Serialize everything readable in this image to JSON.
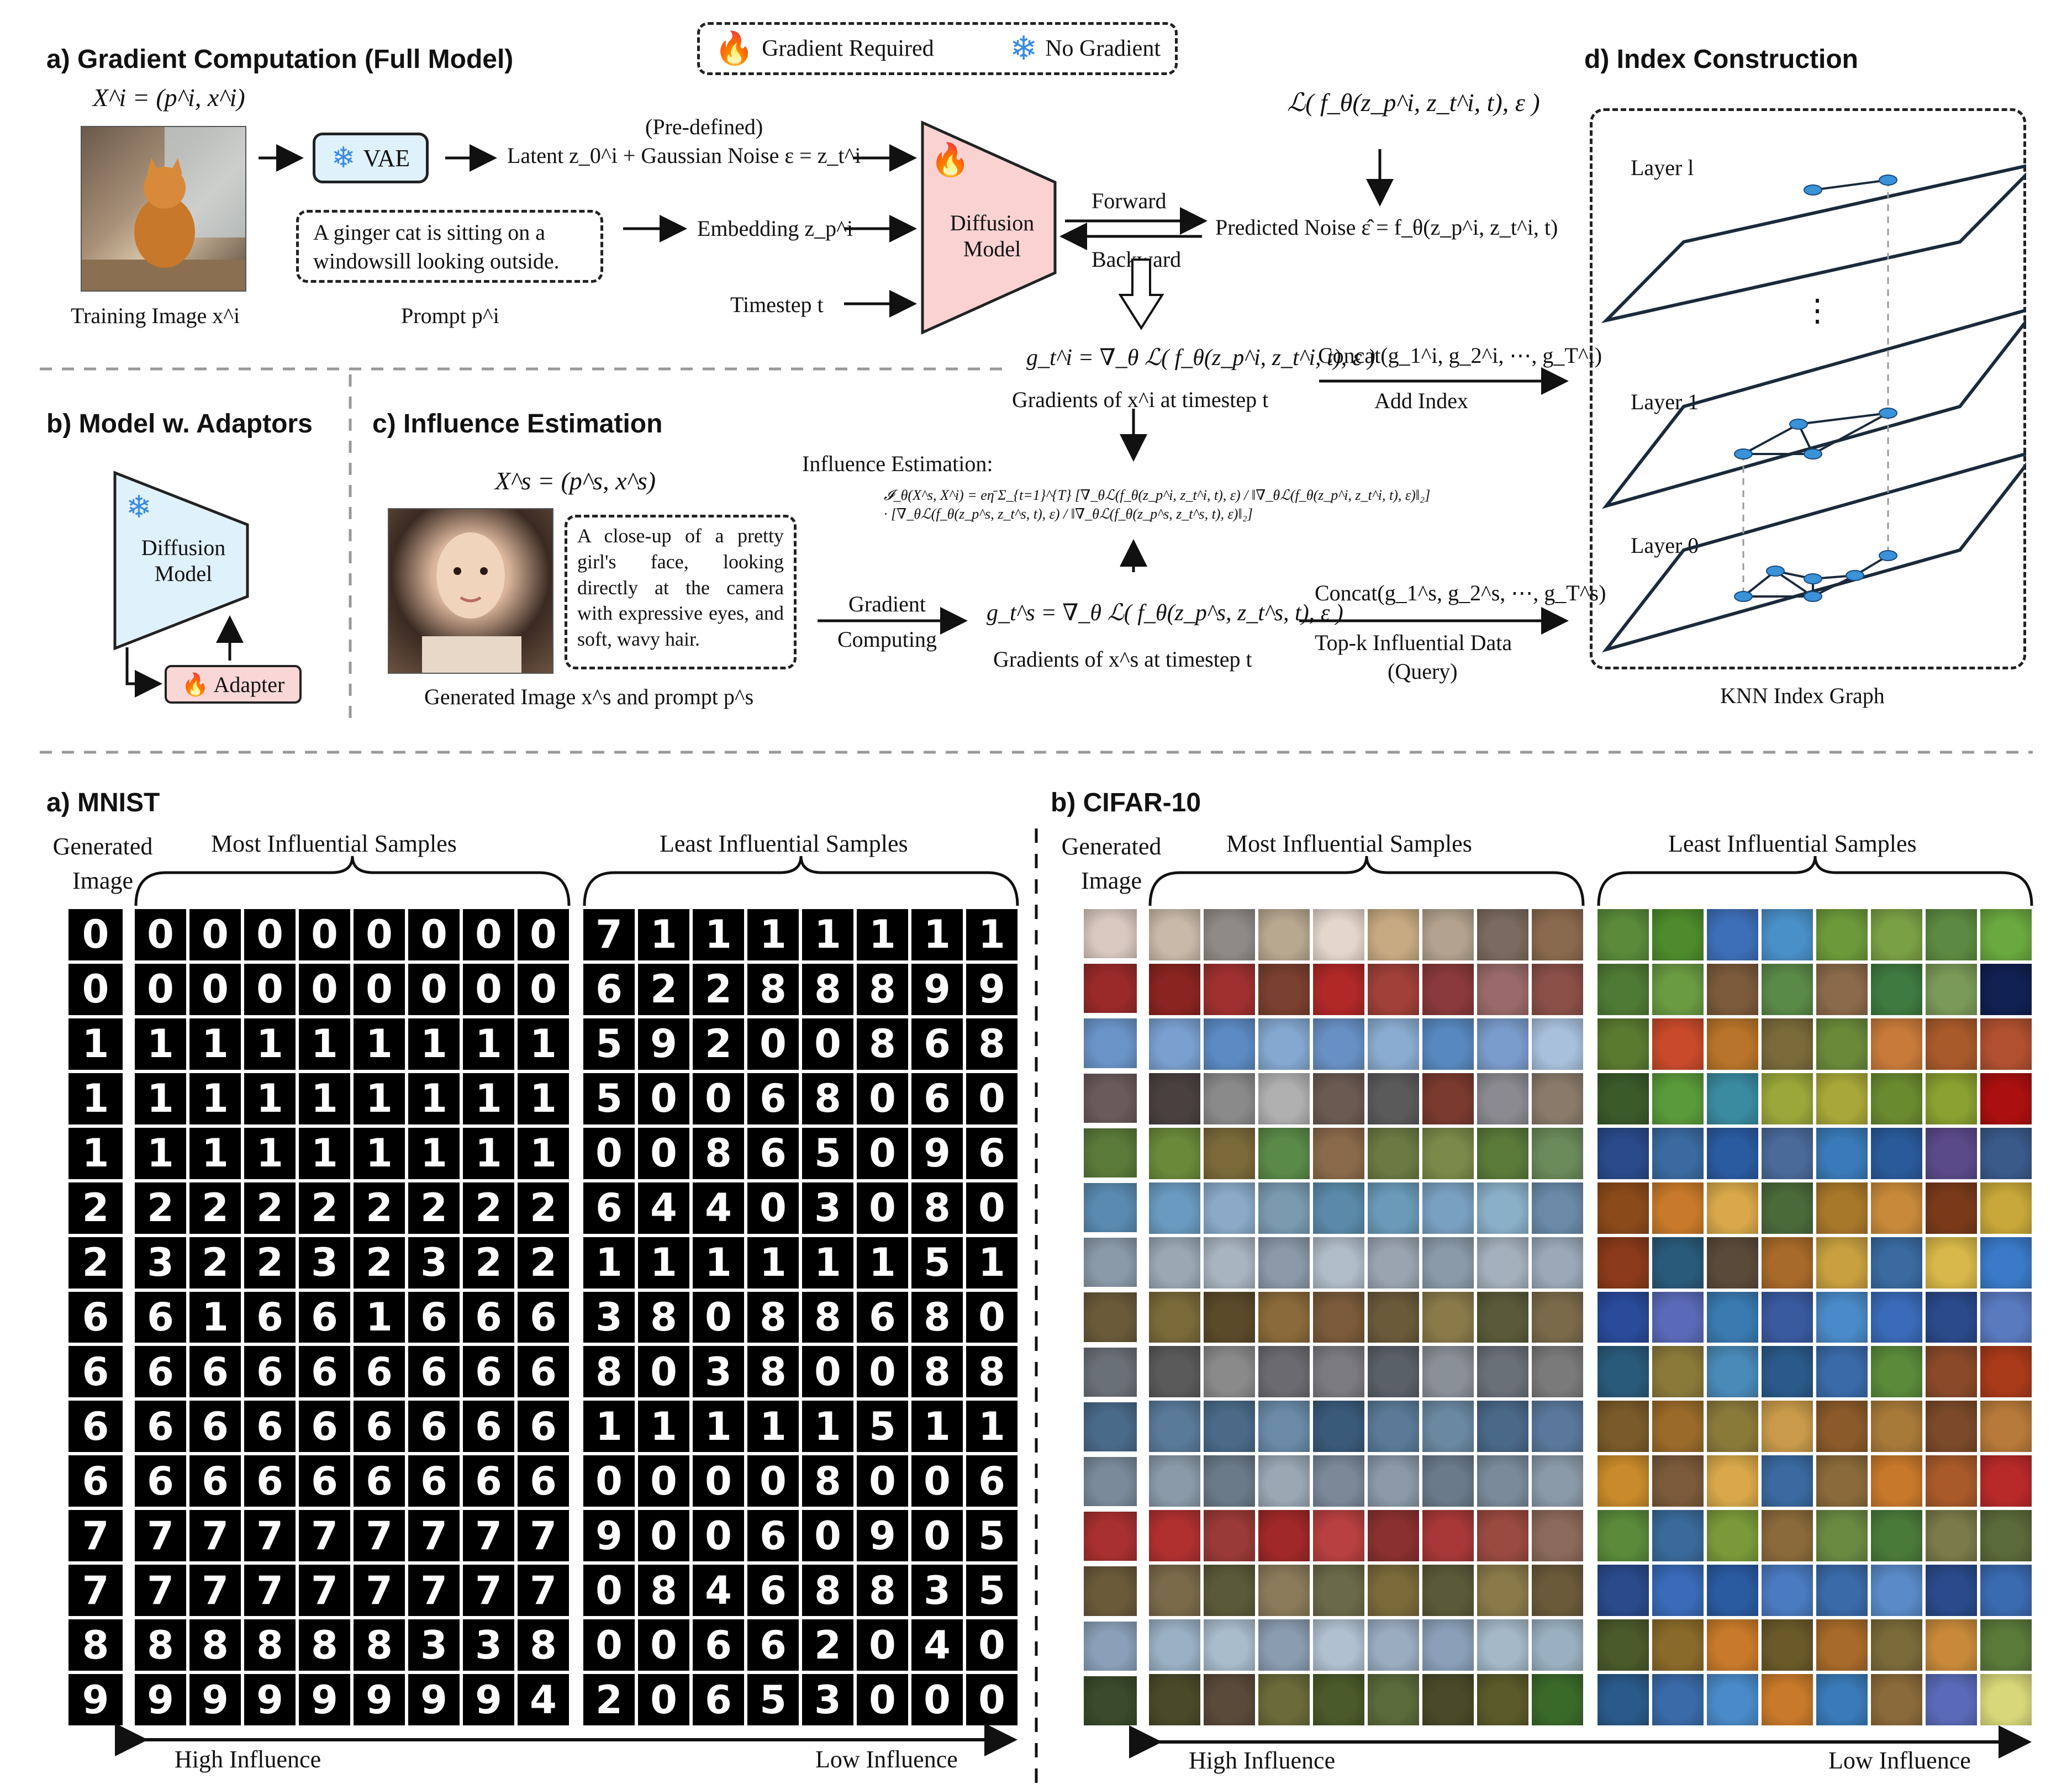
{
  "legend": {
    "gradient_required": "Gradient Required",
    "no_gradient": "No Gradient"
  },
  "panel_a": {
    "title": "a) Gradient Computation (Full Model)",
    "sample_eq": "X^i = (p^i, x^i)",
    "image_caption": "Training Image x^i",
    "vae_label": "VAE",
    "latent_label": "Latent z_0^i + Gaussian Noise ε = z_t^i",
    "predefined": "(Pre-defined)",
    "prompt_text": "A ginger cat is sitting on a windowsill looking outside.",
    "prompt_caption": "Prompt p^i",
    "embedding_label": "Embedding z_p^i",
    "timestep_label": "Timestep t",
    "diffusion_label": "Diffusion Model",
    "forward_label": "Forward",
    "backward_label": "Backward",
    "loss_eq": "ℒ( f_θ(z_p^i, z_t^i, t), ε )",
    "predicted_noise": "Predicted Noise ε̂ = f_θ(z_p^i, z_t^i, t)",
    "gradient_eq": "g_t^i = ∇_θ ℒ( f_θ(z_p^i, z_t^i, t), ε )",
    "gradient_caption": "Gradients of x^i at timestep t",
    "concat_label": "Concat(g_1^i, g_2^i, ⋯, g_T^i)",
    "add_index": "Add Index"
  },
  "panel_b": {
    "title": "b) Model w. Adaptors",
    "diffusion_label": "Diffusion Model",
    "adapter_label": "Adapter"
  },
  "panel_c": {
    "title": "c) Influence Estimation",
    "sample_eq": "X^s = (p^s, x^s)",
    "prompt_text": "A close-up of a pretty girl's face, looking directly at the camera with expressive eyes, and soft, wavy hair.",
    "image_caption": "Generated Image x^s and prompt p^s",
    "influence_title": "Influence Estimation:",
    "influence_eq": "𝓘_θ(X^s, X^i) = eη̄ Σ_{t=1}^{T} [∇_θℒ(f_θ(z_p^i, z_t^i, t), ε) / ‖∇_θℒ(f_θ(z_p^i, z_t^i, t), ε)‖₂] · [∇_θℒ(f_θ(z_p^s, z_t^s, t), ε) / ‖∇_θℒ(f_θ(z_p^s, z_t^s, t), ε)‖₂]",
    "gradient_label_1": "Gradient",
    "gradient_label_2": "Computing",
    "gradient_eq": "g_t^s = ∇_θ ℒ( f_θ(z_p^s, z_t^s, t), ε )",
    "gradient_caption": "Gradients of x^s at timestep t",
    "concat_label": "Concat(g_1^s, g_2^s, ⋯, g_T^s)",
    "topk_label": "Top-k Influential Data",
    "query_label": "(Query)"
  },
  "panel_d": {
    "title": "d) Index Construction",
    "layer_l": "Layer l",
    "dots": "⋮",
    "layer_1": "Layer 1",
    "layer_0": "Layer 0",
    "caption": "KNN Index Graph"
  },
  "mnist": {
    "title": "a) MNIST",
    "generated_label_1": "Generated",
    "generated_label_2": "Image",
    "most_label": "Most Influential Samples",
    "least_label": "Least Influential Samples",
    "high_label": "High Influence",
    "low_label": "Low Influence",
    "rows": [
      {
        "gen": "0",
        "most": [
          "0",
          "0",
          "0",
          "0",
          "0",
          "0",
          "0",
          "0"
        ],
        "least": [
          "7",
          "1",
          "1",
          "1",
          "1",
          "1",
          "1",
          "1"
        ]
      },
      {
        "gen": "0",
        "most": [
          "0",
          "0",
          "0",
          "0",
          "0",
          "0",
          "0",
          "0"
        ],
        "least": [
          "6",
          "2",
          "2",
          "8",
          "8",
          "8",
          "9",
          "9"
        ]
      },
      {
        "gen": "1",
        "most": [
          "1",
          "1",
          "1",
          "1",
          "1",
          "1",
          "1",
          "1"
        ],
        "least": [
          "5",
          "9",
          "2",
          "0",
          "0",
          "8",
          "6",
          "8"
        ]
      },
      {
        "gen": "1",
        "most": [
          "1",
          "1",
          "1",
          "1",
          "1",
          "1",
          "1",
          "1"
        ],
        "least": [
          "5",
          "0",
          "0",
          "6",
          "8",
          "0",
          "6",
          "0"
        ]
      },
      {
        "gen": "1",
        "most": [
          "1",
          "1",
          "1",
          "1",
          "1",
          "1",
          "1",
          "1"
        ],
        "least": [
          "0",
          "0",
          "8",
          "6",
          "5",
          "0",
          "9",
          "6"
        ]
      },
      {
        "gen": "2",
        "most": [
          "2",
          "2",
          "2",
          "2",
          "2",
          "2",
          "2",
          "2"
        ],
        "least": [
          "6",
          "4",
          "4",
          "0",
          "3",
          "0",
          "8",
          "0"
        ]
      },
      {
        "gen": "2",
        "most": [
          "3",
          "2",
          "2",
          "3",
          "2",
          "3",
          "2",
          "2"
        ],
        "least": [
          "1",
          "1",
          "1",
          "1",
          "1",
          "1",
          "5",
          "1"
        ]
      },
      {
        "gen": "6",
        "most": [
          "6",
          "1",
          "6",
          "6",
          "1",
          "6",
          "6",
          "6"
        ],
        "least": [
          "3",
          "8",
          "0",
          "8",
          "8",
          "6",
          "8",
          "0"
        ]
      },
      {
        "gen": "6",
        "most": [
          "6",
          "6",
          "6",
          "6",
          "6",
          "6",
          "6",
          "6"
        ],
        "least": [
          "8",
          "0",
          "3",
          "8",
          "0",
          "0",
          "8",
          "8"
        ]
      },
      {
        "gen": "6",
        "most": [
          "6",
          "6",
          "6",
          "6",
          "6",
          "6",
          "6",
          "6"
        ],
        "least": [
          "1",
          "1",
          "1",
          "1",
          "1",
          "5",
          "1",
          "1"
        ]
      },
      {
        "gen": "6",
        "most": [
          "6",
          "6",
          "6",
          "6",
          "6",
          "6",
          "6",
          "6"
        ],
        "least": [
          "0",
          "0",
          "0",
          "0",
          "8",
          "0",
          "0",
          "6"
        ]
      },
      {
        "gen": "7",
        "most": [
          "7",
          "7",
          "7",
          "7",
          "7",
          "7",
          "7",
          "7"
        ],
        "least": [
          "9",
          "0",
          "0",
          "6",
          "0",
          "9",
          "0",
          "5"
        ]
      },
      {
        "gen": "7",
        "most": [
          "7",
          "7",
          "7",
          "7",
          "7",
          "7",
          "7",
          "7"
        ],
        "least": [
          "0",
          "8",
          "4",
          "6",
          "8",
          "8",
          "3",
          "5"
        ]
      },
      {
        "gen": "8",
        "most": [
          "8",
          "8",
          "8",
          "8",
          "8",
          "3",
          "3",
          "8"
        ],
        "least": [
          "0",
          "0",
          "6",
          "6",
          "2",
          "0",
          "4",
          "0"
        ]
      },
      {
        "gen": "9",
        "most": [
          "9",
          "9",
          "9",
          "9",
          "9",
          "9",
          "9",
          "4"
        ],
        "least": [
          "2",
          "0",
          "6",
          "5",
          "3",
          "0",
          "0",
          "0"
        ]
      }
    ]
  },
  "cifar": {
    "title": "b) CIFAR-10",
    "generated_label_1": "Generated",
    "generated_label_2": "Image",
    "most_label": "Most Influential Samples",
    "least_label": "Least Influential Samples",
    "high_label": "High Influence",
    "low_label": "Low Influence",
    "rows": [
      {
        "gen": "#d8c8c0",
        "most": [
          "#c9b9a9",
          "#8f8a86",
          "#b8a890",
          "#e4d6cc",
          "#c7aa82",
          "#b2a28e",
          "#7a6a5f",
          "#8a6a4e"
        ],
        "least": [
          "#5a8a3a",
          "#4e8b2c",
          "#3d6fb8",
          "#4a90c8",
          "#6c9a3a",
          "#7aa046",
          "#5d8a42",
          "#6aa840"
        ]
      },
      {
        "gen": "#9a2a2a",
        "most": [
          "#8a2420",
          "#a03030",
          "#7a4030",
          "#b02828",
          "#a04038",
          "#8a3a3a",
          "#9a6a6a",
          "#8a5048"
        ],
        "least": [
          "#4f7a35",
          "#6a9a42",
          "#7a5a3a",
          "#5a8a48",
          "#8a6a4a",
          "#3f7a40",
          "#7a9a58",
          "#102050"
        ]
      },
      {
        "gen": "#6a94c8",
        "most": [
          "#7aa0d0",
          "#5c8ac2",
          "#84a8d0",
          "#6890c4",
          "#8aacd0",
          "#5888c0",
          "#7a9ccc",
          "#a8c0dc"
        ],
        "least": [
          "#5a7a30",
          "#c84a2a",
          "#b8742a",
          "#7a6a3a",
          "#6a8a3a",
          "#c87a3a",
          "#a85a2a",
          "#b05030"
        ]
      },
      {
        "gen": "#6a5a5a",
        "most": [
          "#4a4040",
          "#8a8a8a",
          "#b0b0b0",
          "#6a5a52",
          "#5a5a5a",
          "#7a3a30",
          "#8a8a90",
          "#8a7a6a"
        ],
        "least": [
          "#3a5a2a",
          "#5a9a3a",
          "#3a8aa0",
          "#9aa83a",
          "#a8a83a",
          "#6a8a30",
          "#8aa030",
          "#aa1010"
        ]
      },
      {
        "gen": "#5a7a3a",
        "most": [
          "#6a8a3a",
          "#7a6a3a",
          "#5a8a48",
          "#8a6a4a",
          "#6a7a42",
          "#7a8a4a",
          "#5a7a3a",
          "#6a8a5a"
        ],
        "least": [
          "#2a4a8a",
          "#3a6aa0",
          "#2a5aa0",
          "#4a6a9a",
          "#3a7ab8",
          "#2a5a9a",
          "#5a4a8a",
          "#3a5a8a"
        ]
      },
      {
        "gen": "#5a8ab0",
        "most": [
          "#6a9ac0",
          "#8aaac8",
          "#7a9ab0",
          "#5a8aa8",
          "#6a9ab8",
          "#7aa0c0",
          "#8ab0c8",
          "#6a8aa8"
        ],
        "least": [
          "#8a4a1a",
          "#c87a2a",
          "#d8a84a",
          "#4a6a3a",
          "#a8782a",
          "#c88a3a",
          "#7a3a1a",
          "#c8a83a"
        ]
      },
      {
        "gen": "#8a9aa8",
        "most": [
          "#9aa8b4",
          "#a8b4c0",
          "#8a98a8",
          "#b0bcc8",
          "#9aa4b0",
          "#8a9aa8",
          "#a4b0bc",
          "#9aa8b8"
        ],
        "least": [
          "#8a3a1a",
          "#2a5a7a",
          "#5a4a3a",
          "#a86a2a",
          "#c8a040",
          "#3a6aa0",
          "#d8b84a",
          "#3a7ac8"
        ]
      },
      {
        "gen": "#6a5a3a",
        "most": [
          "#7a6a3a",
          "#5a4a2a",
          "#8a6a3a",
          "#7a5a3a",
          "#6a5a3a",
          "#8a7a4a",
          "#5a5a3a",
          "#7a6a4a"
        ],
        "least": [
          "#2a4a9a",
          "#5a6ab8",
          "#3a7ab0",
          "#3a5aa0",
          "#4a8ac8",
          "#3a6ab8",
          "#2a4a8a",
          "#5a7ac0"
        ]
      },
      {
        "gen": "#6a7078",
        "most": [
          "#5a5a5a",
          "#8a8a8a",
          "#6a6a70",
          "#7a7a80",
          "#5a6068",
          "#8a9098",
          "#6a7078",
          "#7a7a7a"
        ],
        "least": [
          "#2a5a7a",
          "#8a7a3a",
          "#4a8ab8",
          "#2a5a8a",
          "#3a6aa8",
          "#5a8a3a",
          "#8a4a2a",
          "#a83a1a"
        ]
      },
      {
        "gen": "#4a6a8a",
        "most": [
          "#5a7a9a",
          "#4a6a88",
          "#6a8aa8",
          "#3a5a7a",
          "#5a7a98",
          "#6a88a0",
          "#4a6888",
          "#5a789a"
        ],
        "least": [
          "#7a5a2a",
          "#9a6a2a",
          "#8a7a3a",
          "#c89a4a",
          "#8a5a2a",
          "#a87a3a",
          "#7a4a2a",
          "#b87a3a"
        ]
      },
      {
        "gen": "#7a8a9a",
        "most": [
          "#8a9aa8",
          "#6a7a88",
          "#9aa8b4",
          "#7a8898",
          "#8a98a8",
          "#6a7a8a",
          "#7a8a9a",
          "#8a9aa8"
        ],
        "least": [
          "#c88a2a",
          "#7a5a3a",
          "#d8a84a",
          "#3a6aa0",
          "#8a6a3a",
          "#c8782a",
          "#a85a2a",
          "#b82a2a"
        ]
      },
      {
        "gen": "#a83030",
        "most": [
          "#b03030",
          "#9a3a38",
          "#a02828",
          "#b84040",
          "#8a3030",
          "#a83838",
          "#9a4a40",
          "#8a6a5a"
        ],
        "least": [
          "#5a8a3a",
          "#3a6a9a",
          "#7a9a3a",
          "#8a6a3a",
          "#6a8a42",
          "#4a7a3a",
          "#7a7a4a",
          "#5a6a3a"
        ]
      },
      {
        "gen": "#6a5a3a",
        "most": [
          "#7a6a4a",
          "#5a5a3a",
          "#8a7a5a",
          "#6a6a4a",
          "#7a6a3a",
          "#5a5a3a",
          "#8a7a4a",
          "#6a5a3a"
        ],
        "least": [
          "#2a4a8a",
          "#3a6ab8",
          "#2a5aa0",
          "#4a7ac0",
          "#3a6aa8",
          "#5a8ac8",
          "#2a4a8a",
          "#3a6ab0"
        ]
      },
      {
        "gen": "#8aa0b8",
        "most": [
          "#9ab0c4",
          "#a8bccc",
          "#8a9cb0",
          "#b0c0d0",
          "#9aacc0",
          "#8aa0b8",
          "#a4b8c8",
          "#9ab0c0"
        ],
        "least": [
          "#4a5a2a",
          "#8a6a2a",
          "#c87a2a",
          "#6a5a2a",
          "#a86a2a",
          "#7a6a3a",
          "#c88a3a",
          "#5a7a3a"
        ]
      },
      {
        "gen": "#3a4a2a",
        "most": [
          "#4a4a2a",
          "#5a4a3a",
          "#6a6a3a",
          "#4a5a2a",
          "#5a6a3a",
          "#4a4a2a",
          "#5a5a2a",
          "#3a6a2a"
        ],
        "least": [
          "#2a5a8a",
          "#3a6aa8",
          "#4a8ac8",
          "#c87a2a",
          "#3a7ab8",
          "#8a6a3a",
          "#5a6ab8",
          "#d8d87a"
        ]
      }
    ]
  }
}
